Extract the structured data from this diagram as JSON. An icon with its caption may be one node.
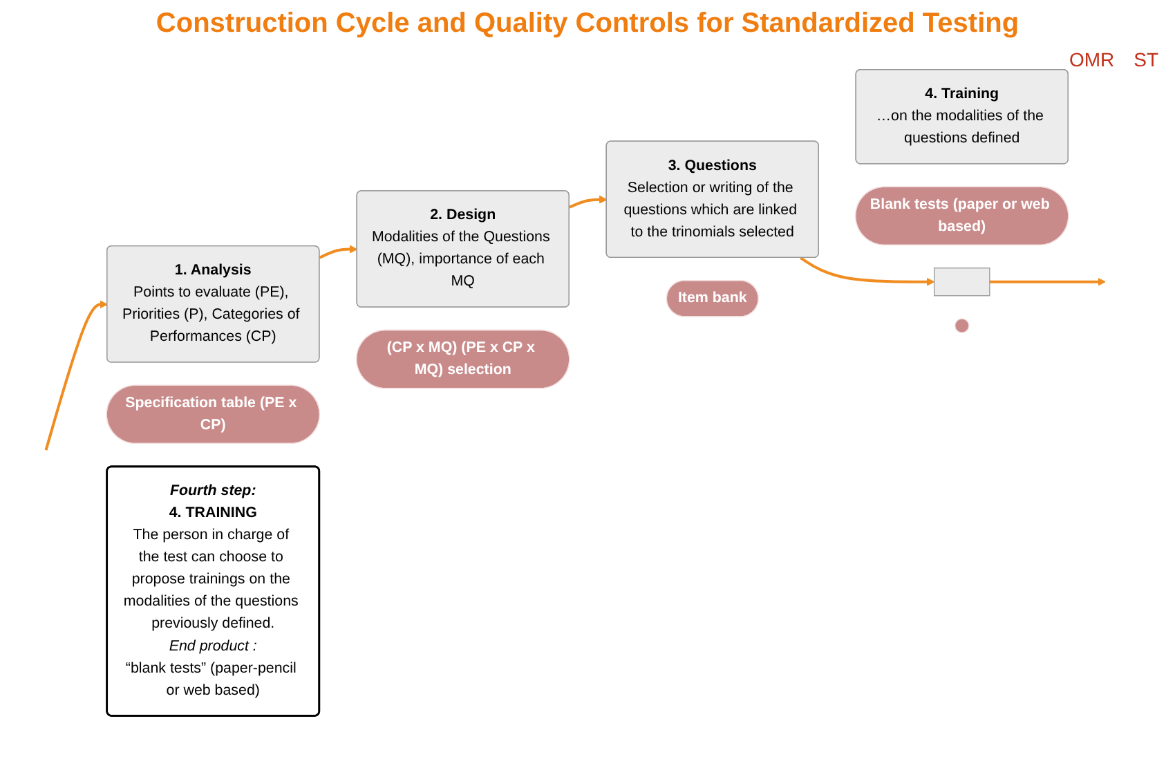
{
  "diagram": {
    "title": "Construction Cycle and Quality Controls for Standardized Testing",
    "nodes": [
      {
        "text": [
          "1. Analysis",
          "Points to evaluate (PE), Priorities (P), Categories of Performances (CP)"
        ]
      },
      {
        "text": [
          "Specification table (PE x CP)"
        ]
      },
      {
        "text": [
          "2. Design",
          "Modalities of the Questions (MQ), importance of each MQ"
        ]
      },
      {
        "text": [
          "(CP x MQ) (PE x CP x MQ) selection"
        ]
      },
      {
        "text": [
          "3. Questions",
          "Selection or writing of the questions which are linked to the trinomials selected"
        ]
      },
      {
        "text": [
          "Item bank"
        ]
      },
      {
        "text": [
          "4. Training",
          "…on the modalities of the questions defined"
        ]
      },
      {
        "text": [
          "Blank tests (paper or web based)"
        ]
      },
      {
        "text": [],
        "shape": "box"
      },
      {
        "text": [],
        "shape": "circle"
      },
      {
        "text": [
          "Fourth step:",
          "4. TRAINING",
          "The person in charge of the test can choose to propose trainings on the modalities of the questions previously defined.",
          "End product :",
          "“blank tests” (paper-pencil or web based)"
        ]
      }
    ],
    "edges": [
      {
        "from": null,
        "to": 0,
        "arrow": "to"
      },
      {
        "from": 0,
        "to": 2,
        "arrow": "to"
      },
      {
        "from": 2,
        "to": 4,
        "arrow": "to"
      },
      {
        "from": 4,
        "to": 8,
        "arrow": "to"
      },
      {
        "from": 8,
        "to": null,
        "arrow": "to"
      }
    ],
    "labels": [
      "OMR",
      "ST"
    ]
  }
}
